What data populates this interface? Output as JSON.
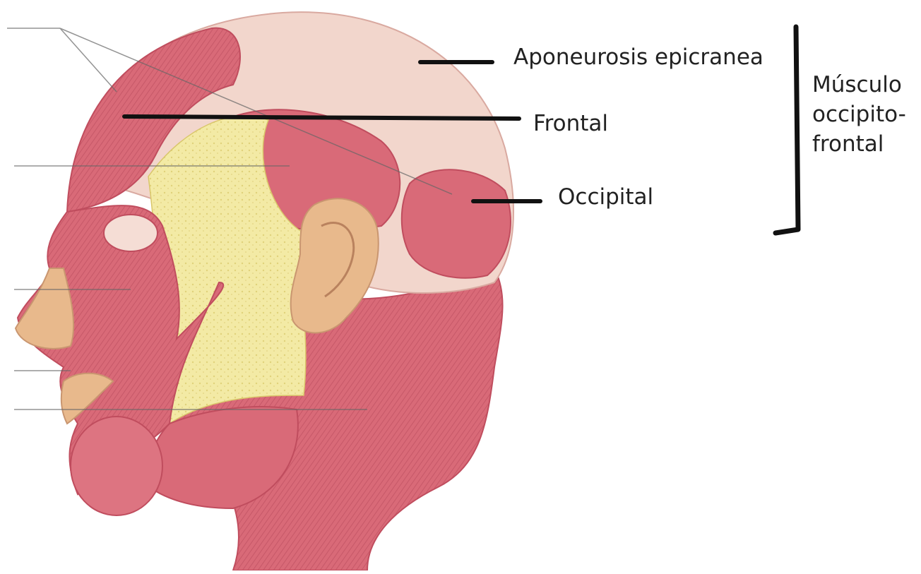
{
  "labels": {
    "aponeurosis": "Aponeurosis epicranea",
    "frontal": "Frontal",
    "occipital": "Occipital"
  },
  "group": {
    "line1": "Músculo",
    "line2": "occipito-",
    "line3": "frontal"
  },
  "colors": {
    "muscle": "#d96a78",
    "muscle_dark": "#c04d5e",
    "muscle_light": "#eba0a8",
    "aponeurosis": "#f2d6cc",
    "fat": "#f3eaa5",
    "skin": "#e8b98c",
    "leader": "#111111"
  }
}
